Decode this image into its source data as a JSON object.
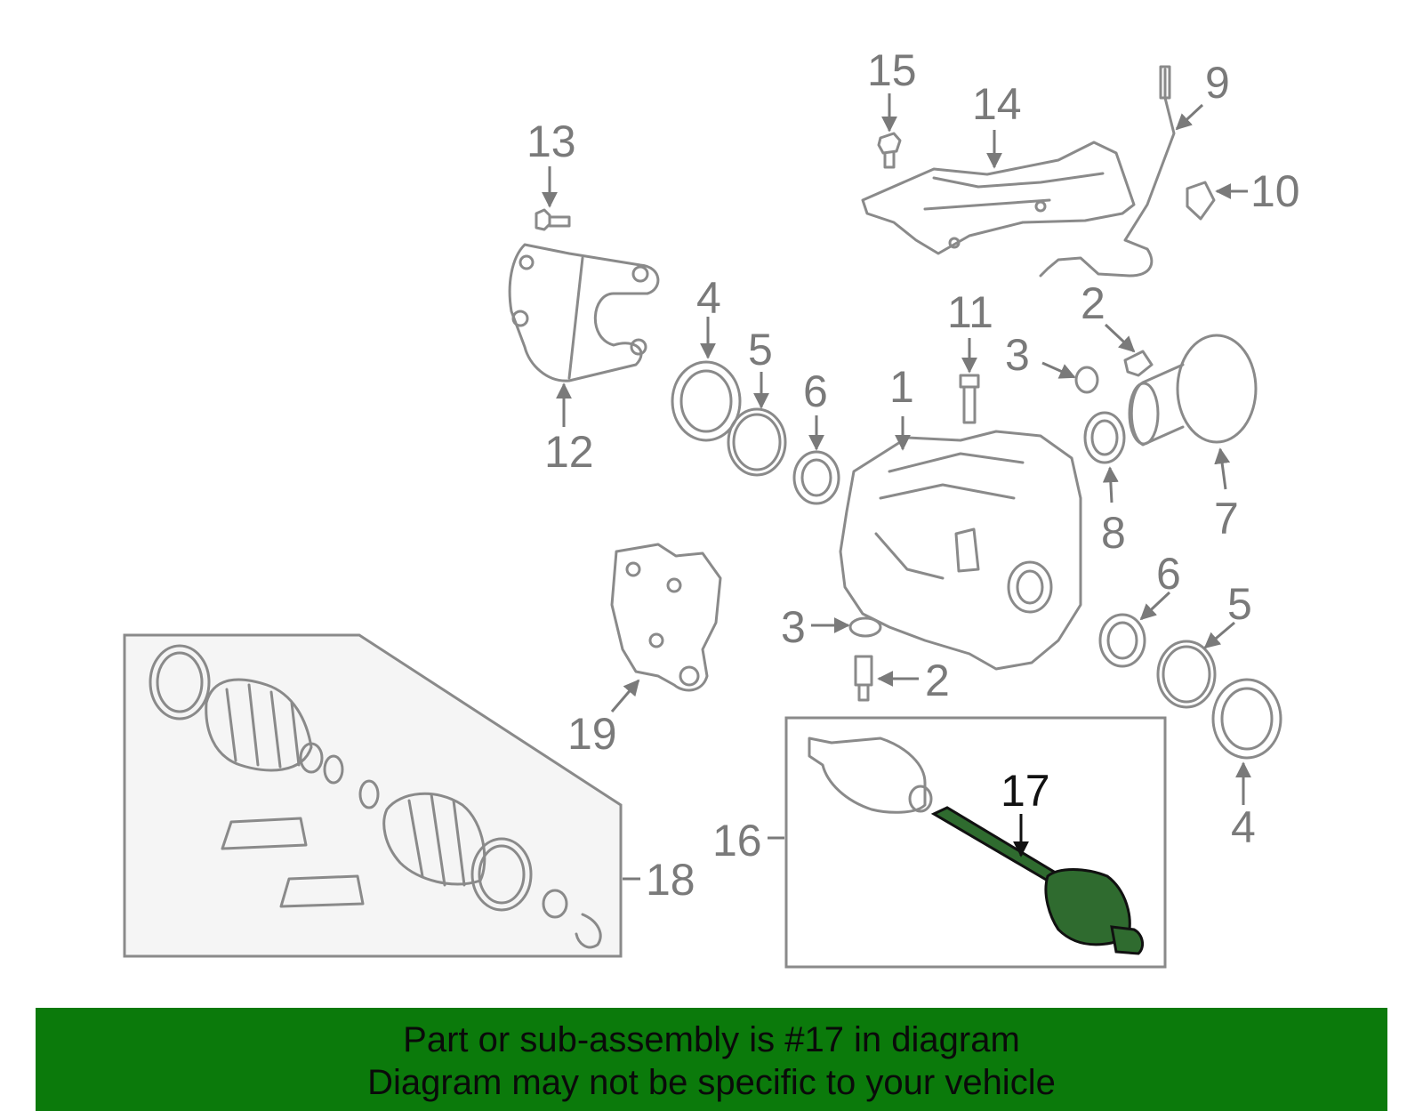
{
  "diagram": {
    "callouts": {
      "c1": "1",
      "c2a": "2",
      "c2b": "2",
      "c3a": "3",
      "c3b": "3",
      "c4a": "4",
      "c4b": "4",
      "c5a": "5",
      "c5b": "5",
      "c6a": "6",
      "c6b": "6",
      "c7": "7",
      "c8": "8",
      "c9": "9",
      "c10": "10",
      "c11": "11",
      "c12": "12",
      "c13": "13",
      "c14": "14",
      "c15": "15",
      "c16": "16",
      "c17": "17",
      "c18": "18",
      "c19": "19"
    },
    "highlighted_part": "17",
    "colors": {
      "highlight_fill": "#2f6b2f",
      "line_gray": "#8a8a8a",
      "box_fill": "#f5f5f5"
    }
  },
  "banner": {
    "line1": "Part or sub-assembly is #17 in diagram",
    "line2": "Diagram may not be specific to your vehicle",
    "color": "#0b7a0b"
  }
}
